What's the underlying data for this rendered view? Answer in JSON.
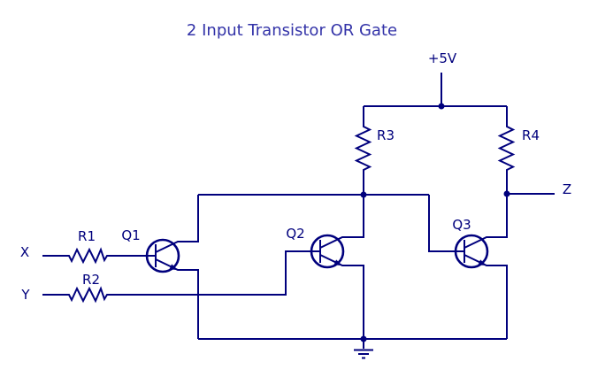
{
  "title": "2 Input Transistor OR Gate",
  "colors": {
    "background": "#FFFFFF",
    "wire": "#00007D",
    "label": "#00007D",
    "title": "#3333A8"
  },
  "labels": {
    "supply": "+5V",
    "input_x": "X",
    "input_y": "Y",
    "output_z": "Z",
    "resistor_r1": "R1",
    "resistor_r2": "R2",
    "resistor_r3": "R3",
    "resistor_r4": "R4",
    "transistor_q1": "Q1",
    "transistor_q2": "Q2",
    "transistor_q3": "Q3"
  },
  "schematic": {
    "type": "circuit-diagram",
    "logic_function": "OR",
    "inputs": [
      "X",
      "Y"
    ],
    "output": "Z",
    "supply": "+5V",
    "components": [
      {
        "id": "R1",
        "type": "resistor"
      },
      {
        "id": "R2",
        "type": "resistor"
      },
      {
        "id": "R3",
        "type": "resistor"
      },
      {
        "id": "R4",
        "type": "resistor"
      },
      {
        "id": "Q1",
        "type": "npn-transistor"
      },
      {
        "id": "Q2",
        "type": "npn-transistor"
      },
      {
        "id": "Q3",
        "type": "npn-transistor"
      },
      {
        "id": "GND",
        "type": "ground"
      }
    ]
  }
}
